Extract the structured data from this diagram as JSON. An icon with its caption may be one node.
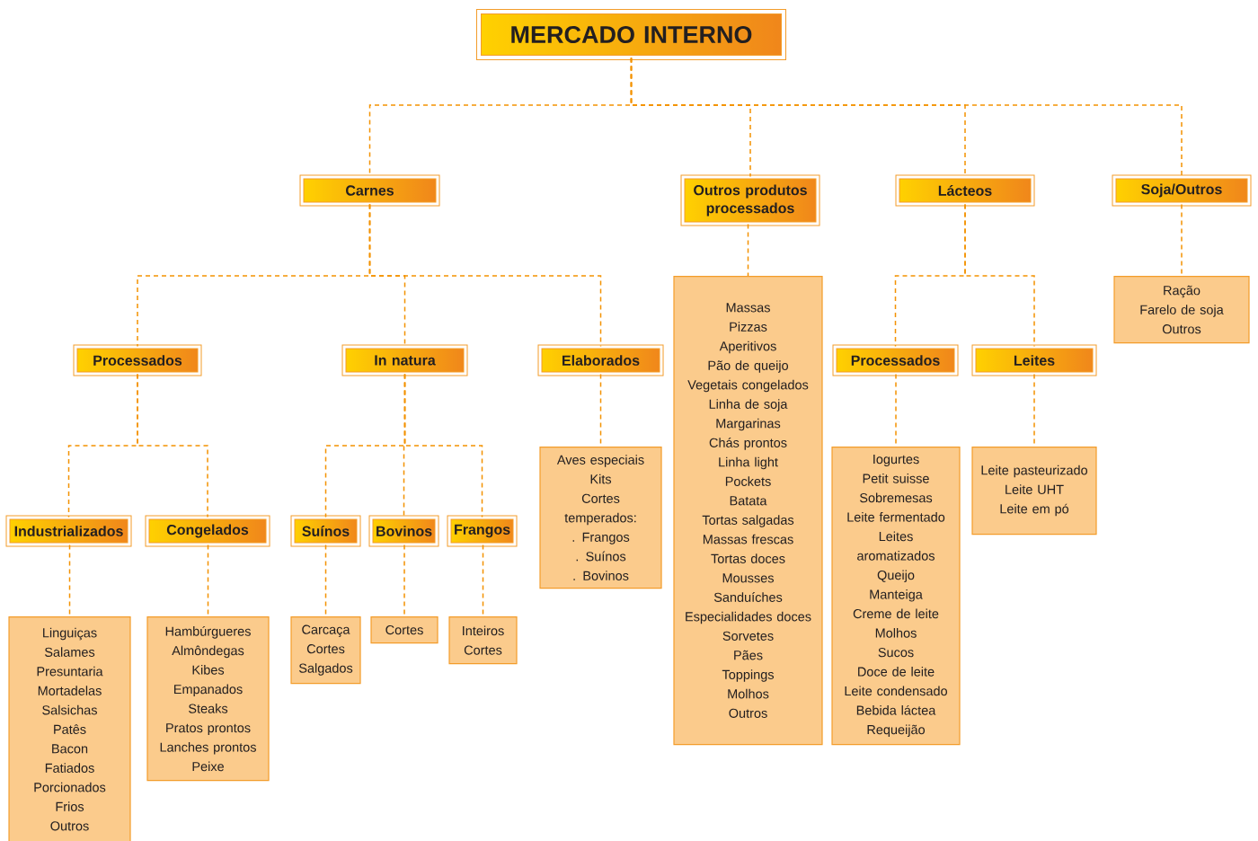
{
  "diagram": {
    "nodes": [
      {
        "text": [
          "MERCADO INTERNO"
        ]
      },
      {
        "text": [
          "Carnes"
        ]
      },
      {
        "text": [
          "Outros produtos processados"
        ]
      },
      {
        "text": [
          "Lácteos"
        ]
      },
      {
        "text": [
          "Soja/Outros"
        ]
      },
      {
        "text": [
          "Processados"
        ]
      },
      {
        "text": [
          "In natura"
        ]
      },
      {
        "text": [
          "Elaborados"
        ]
      },
      {
        "text": [
          "Industrializados"
        ]
      },
      {
        "text": [
          "Congelados"
        ]
      },
      {
        "text": [
          "Suínos"
        ]
      },
      {
        "text": [
          "Bovinos"
        ]
      },
      {
        "text": [
          "Frangos"
        ]
      },
      {
        "text": [
          "Linguiças",
          "Salames",
          "Presuntaria",
          "Mortadelas",
          "Salsichas",
          "Patês",
          "Bacon",
          "Fatiados",
          "Porcionados",
          "Frios",
          "Outros"
        ]
      },
      {
        "text": [
          "Hambúrgueres",
          "Almôndegas",
          "Kibes",
          "Empanados",
          "Steaks",
          "Pratos prontos",
          "Lanches prontos",
          "Peixe"
        ]
      },
      {
        "text": [
          "Carcaça",
          "Cortes",
          "Salgados"
        ]
      },
      {
        "text": [
          "Cortes"
        ]
      },
      {
        "text": [
          "Inteiros",
          "Cortes"
        ]
      },
      {
        "text": [
          "Aves especiais",
          "Kits",
          "Cortes temperados:",
          ". Frangos",
          ". Suínos",
          ". Bovinos"
        ]
      },
      {
        "text": [
          "Massas",
          "Pizzas",
          "Aperitivos",
          "Pão de queijo",
          "Vegetais congelados",
          "Linha de soja",
          "Margarinas",
          "Chás prontos",
          "Linha light",
          "Pockets",
          "Batata",
          "Tortas salgadas",
          "Massas frescas",
          "Tortas doces",
          "Mousses",
          "Sanduíches",
          "Especialidades doces",
          "Sorvetes",
          "Pães",
          "Toppings",
          "Molhos",
          "Outros"
        ]
      },
      {
        "text": [
          "Processados"
        ]
      },
      {
        "text": [
          "Leites"
        ]
      },
      {
        "text": [
          "Iogurtes",
          "Petit suisse",
          "Sobremesas",
          "Leite fermentado",
          "Leites aromatizados",
          "Queijo",
          "Manteiga",
          "Creme de leite",
          "Molhos",
          "Sucos",
          "Doce de leite",
          "Leite condensado",
          "Bebida láctea",
          "Requeijão"
        ]
      },
      {
        "text": [
          "Leite pasteurizado",
          "Leite UHT",
          "Leite em pó"
        ]
      },
      {
        "text": [
          "Ração",
          "Farelo de soja",
          "Outros"
        ]
      }
    ],
    "edges": [
      {
        "from": 0,
        "to": 1,
        "arrow": "none"
      },
      {
        "from": 0,
        "to": 2,
        "arrow": "none"
      },
      {
        "from": 0,
        "to": 3,
        "arrow": "none"
      },
      {
        "from": 0,
        "to": 4,
        "arrow": "none"
      },
      {
        "from": 1,
        "to": 5,
        "arrow": "none"
      },
      {
        "from": 1,
        "to": 6,
        "arrow": "none"
      },
      {
        "from": 1,
        "to": 7,
        "arrow": "none"
      },
      {
        "from": 5,
        "to": 8,
        "arrow": "none"
      },
      {
        "from": 5,
        "to": 9,
        "arrow": "none"
      },
      {
        "from": 6,
        "to": 10,
        "arrow": "none"
      },
      {
        "from": 6,
        "to": 11,
        "arrow": "none"
      },
      {
        "from": 6,
        "to": 12,
        "arrow": "none"
      },
      {
        "from": 8,
        "to": 13,
        "arrow": "none"
      },
      {
        "from": 9,
        "to": 14,
        "arrow": "none"
      },
      {
        "from": 10,
        "to": 15,
        "arrow": "none"
      },
      {
        "from": 11,
        "to": 16,
        "arrow": "none"
      },
      {
        "from": 12,
        "to": 17,
        "arrow": "none"
      },
      {
        "from": 7,
        "to": 18,
        "arrow": "none"
      },
      {
        "from": 2,
        "to": 19,
        "arrow": "none"
      },
      {
        "from": 3,
        "to": 20,
        "arrow": "none"
      },
      {
        "from": 3,
        "to": 21,
        "arrow": "none"
      },
      {
        "from": 20,
        "to": 22,
        "arrow": "none"
      },
      {
        "from": 21,
        "to": 23,
        "arrow": "none"
      },
      {
        "from": 4,
        "to": 24,
        "arrow": "none"
      }
    ]
  }
}
